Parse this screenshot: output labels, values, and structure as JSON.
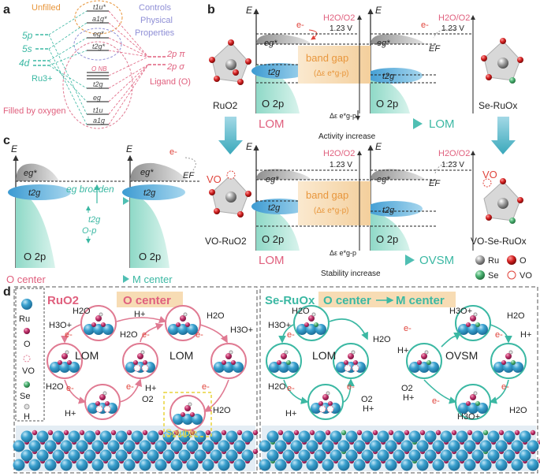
{
  "panel_labels": {
    "a": "a",
    "b": "b",
    "c": "c",
    "d": "d"
  },
  "colors": {
    "teal": "#3bb8a3",
    "pink": "#e0607e",
    "orange": "#e8963c",
    "lavender": "#8f8fd6",
    "green_fill": "#a8e0cf",
    "blue_lobe": "#4aa8d8",
    "gray_fill": "#bdbdbd",
    "band_gap_fill": "#f7dcb4",
    "ru_atom": "#3aa1cf",
    "o_atom": "#c0306a",
    "se_atom": "#4bb272",
    "box_border": "#555555"
  },
  "icons": [
    "ru-atom-icon",
    "oxygen-atom-icon",
    "selenium-atom-icon",
    "oxygen-vacancy-icon",
    "hydrogen-atom-icon",
    "octahedron-icon",
    "catalyst-surface-icon"
  ],
  "a": {
    "unfilled": "Unfilled",
    "controls": "Controls",
    "physical": "Physical",
    "properties": "Properties",
    "t1u_star": "t1u*",
    "a1g_star": "a1g*",
    "eg_star": "eg*",
    "t2g_star": "t2g*",
    "o_nb": "O NB",
    "t2g": "t2g",
    "eg": "eg",
    "t1u": "t1u",
    "a1g": "a1g",
    "ru_5p": "5p",
    "ru_5s": "5s",
    "ru_4d": "4d",
    "ru3": "Ru3+",
    "o_2p_pi": "2p π",
    "o_2p_sigma": "2p σ",
    "ligand": "Ligand (O)",
    "filled_by_oxygen": "Filled by oxygen"
  },
  "b": {
    "axis_e": "E",
    "h2o_o2": "H2O/O2",
    "v123": "1.23 V",
    "ef": "EF",
    "eg_star": "eg*",
    "t2g": "t2g",
    "o2p": "O 2p",
    "band_gap": "band gap",
    "band_gap_sym": "(Δε e*g-p)",
    "e_minus": "e-",
    "ruo2": "RuO2",
    "se_ruox": "Se-RuOx",
    "vo_ruo2": "VO-RuO2",
    "vo_se_ruox": "VO-Se-RuOx",
    "lom": "LOM",
    "ovsm": "OVSM",
    "delta_eps": "Δε e*g-p",
    "activity_increase": "Activity increase",
    "stability_increase": "Stability increase",
    "vo": "VO"
  },
  "c": {
    "axis_e": "E",
    "eg_star": "eg*",
    "t2g": "t2g",
    "o2p": "O 2p",
    "ef": "EF",
    "eg_broaden": "eg broaden",
    "t2g_label": "t2g",
    "op_label": "O-p",
    "o_center": "O center",
    "m_center": "M center",
    "e_minus": "e-"
  },
  "legend_b": {
    "ru": "Ru",
    "o": "O",
    "se": "Se",
    "vo": "VO"
  },
  "d": {
    "left_title": "RuO2",
    "left_banner": "O center",
    "right_title": "Se-RuOx",
    "right_banner": "O center",
    "right_banner_end": "M center",
    "legend": [
      "Ru",
      "O",
      "VO",
      "Se",
      "H"
    ],
    "lom1": "LOM",
    "lom2": "LOM",
    "lom3": "LOM",
    "ovsm": "OVSM",
    "soluble": "Soluble",
    "h2o": "H2O",
    "h3o": "H3O+",
    "hplus": "H+",
    "e_minus": "e-",
    "o2": "O2"
  }
}
